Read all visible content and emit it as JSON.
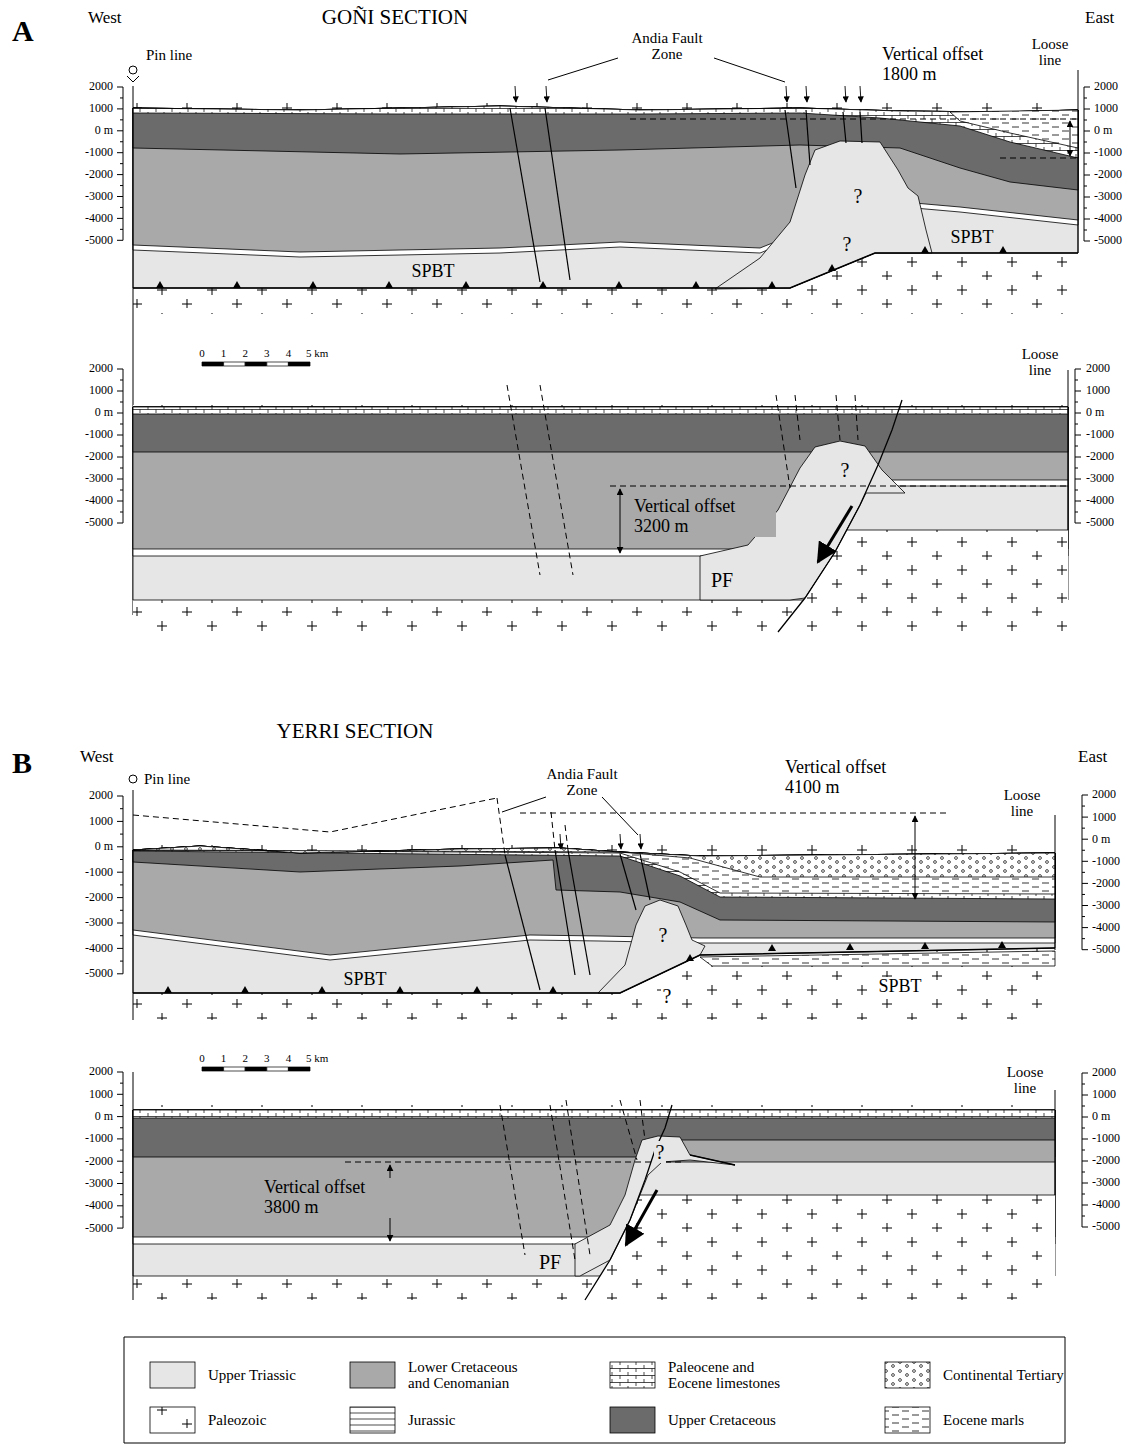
{
  "diagram": {
    "labels": [
      "A",
      "West",
      "GOÑI SECTION",
      "East",
      "Pin line",
      "Andia Fault Zone",
      "Vertical offset 1800 m",
      "Loose line",
      "2000",
      "1000",
      "0 m",
      "-1000",
      "-2000",
      "-3000",
      "-4000",
      "-5000",
      "2000",
      "1000",
      "0 m",
      "-1000",
      "-2000",
      "-3000",
      "-4000",
      "-5000",
      "?",
      "?",
      "SPBT",
      "SPBT",
      "0",
      "1",
      "2",
      "3",
      "4",
      "5 km",
      "Loose line",
      "2000",
      "1000",
      "0 m",
      "-1000",
      "-2000",
      "-3000",
      "-4000",
      "-5000",
      "2000",
      "1000",
      "0 m",
      "-1000",
      "-2000",
      "-3000",
      "-4000",
      "-5000",
      "?",
      "Vertical offset 3200 m",
      "PF",
      "B",
      "West",
      "YERRI SECTION",
      "East",
      "Pin line",
      "Andia Fault Zone",
      "Vertical offset 4100 m",
      "Loose line",
      "2000",
      "1000",
      "0 m",
      "-1000",
      "-2000",
      "-3000",
      "-4000",
      "-5000",
      "2000",
      "1000",
      "0 m",
      "-1000",
      "-2000",
      "-3000",
      "-4000",
      "-5000",
      "?",
      "?",
      "SPBT",
      "SPBT",
      "0",
      "1",
      "2",
      "3",
      "4",
      "5 km",
      "Loose line",
      "2000",
      "1000",
      "0 m",
      "-1000",
      "-2000",
      "-3000",
      "-4000",
      "-5000",
      "2000",
      "1000",
      "0 m",
      "-1000",
      "-2000",
      "-3000",
      "-4000",
      "-5000",
      "?",
      "Vertical offset 3800 m",
      "PF"
    ],
    "legend": [
      {
        "text": "Upper Triassic",
        "color": "#e6e6e6"
      },
      {
        "text": "Lower Cretaceous and Cenomanian",
        "color": "#a9a9a9"
      },
      {
        "text": "Paleocene and Eocene limestones"
      },
      {
        "text": "Continental Tertiary"
      },
      {
        "text": "Paleozoic"
      },
      {
        "text": "Jurassic"
      },
      {
        "text": "Upper Cretaceous",
        "color": "#6b6b6b"
      },
      {
        "text": "Eocene marls"
      }
    ]
  }
}
